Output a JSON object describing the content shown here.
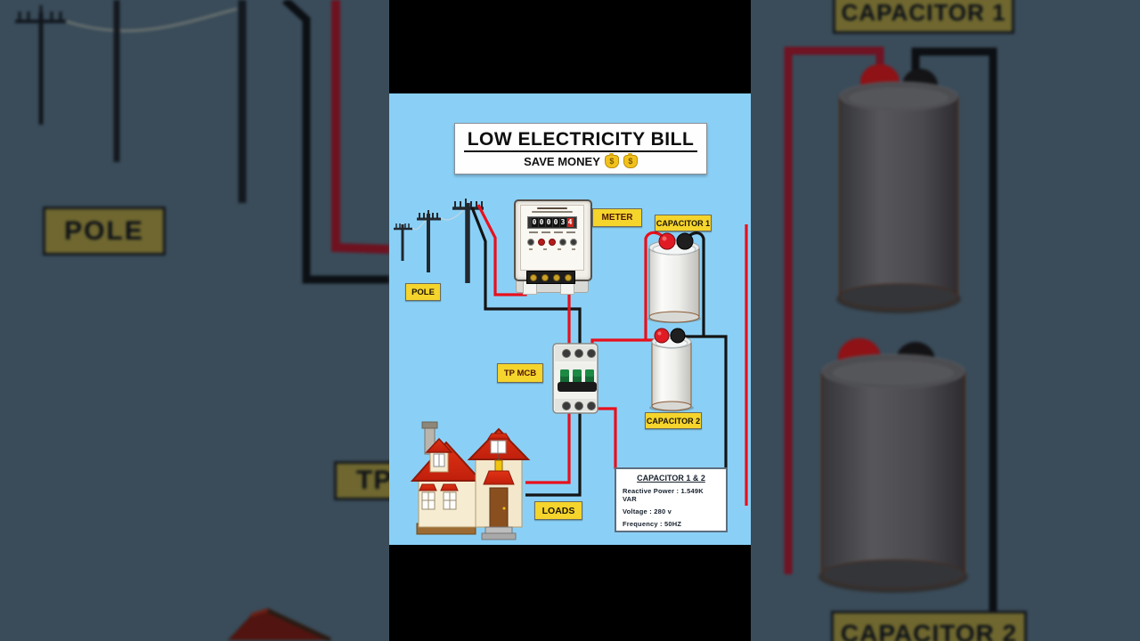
{
  "header": {
    "title": "LOW ELECTRICITY BILL",
    "subtitle": "SAVE MONEY",
    "money_symbol": "$"
  },
  "diagram_labels": {
    "pole": "POLE",
    "meter": "METER",
    "capacitor1": "CAPACITOR 1",
    "tp_mcb": "TP MCB",
    "capacitor2": "CAPACITOR 2",
    "loads": "LOADS"
  },
  "meter": {
    "digits": [
      "0",
      "0",
      "0",
      "0",
      "3",
      "4"
    ]
  },
  "info_box": {
    "title": "CAPACITOR 1 & 2",
    "reactive_power": "Reactive Power : 1.549K VAR",
    "voltage": "Voltage : 280 v",
    "frequency": "Frequency : 50HZ"
  },
  "backdrop": {
    "left": {
      "pole_label": "POLE",
      "tp_mcb_partial": "TP"
    },
    "right": {
      "capacitor1_label": "CAPACITOR 1",
      "capacitor2_label": "CAPACITOR 2"
    }
  },
  "colors": {
    "sky": "#8AD0F6",
    "side_background": "#3A4C5A",
    "wire_red": "#E8101C",
    "wire_black": "#141414",
    "label_yellow": "#F5D42C",
    "dim_label_yellow": "#6F672F"
  }
}
